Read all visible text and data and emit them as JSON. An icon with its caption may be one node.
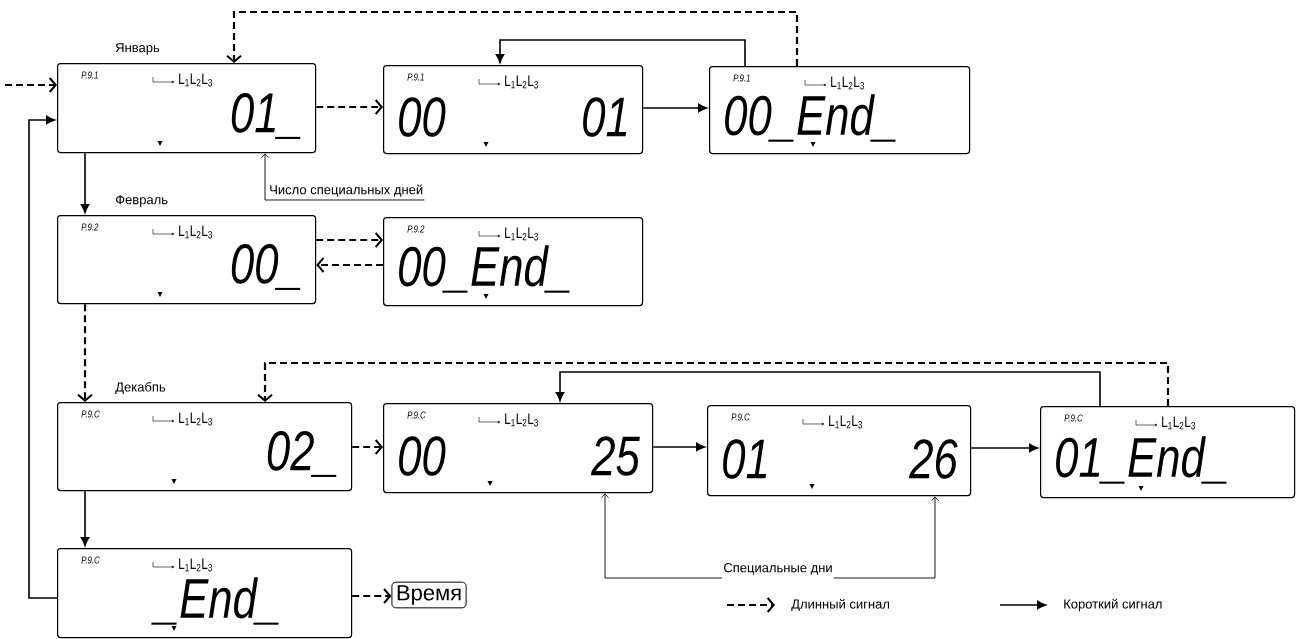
{
  "diagram": {
    "nodes": [
      {
        "text": [
          "Январь",
          "P.9.1",
          "L$_{1}$L$_{2}$L$_{3}$",
          "01_"
        ]
      },
      {
        "text": [
          "P.9.1",
          "L$_{1}$L$_{2}$L$_{3}$",
          "00",
          "01"
        ]
      },
      {
        "text": [
          "P.9.1",
          "L$_{1}$L$_{2}$L$_{3}$",
          "00_End_"
        ]
      },
      {
        "text": [
          "Февраль",
          "P.9.2",
          "L$_{1}$L$_{2}$L$_{3}$",
          "00_"
        ]
      },
      {
        "text": [
          "P.9.2",
          "L$_{1}$L$_{2}$L$_{3}$",
          "00_End_"
        ]
      },
      {
        "text": [
          "Декабпь",
          "P.9.C",
          "L$_{1}$L$_{2}$L$_{3}$",
          "02_"
        ]
      },
      {
        "text": [
          "P.9.C",
          "L$_{1}$L$_{2}$L$_{3}$",
          "00",
          "25"
        ]
      },
      {
        "text": [
          "P.9.C",
          "L$_{1}$L$_{2}$L$_{3}$",
          "01",
          "26"
        ]
      },
      {
        "text": [
          "P.9.C",
          "L$_{1}$L$_{2}$L$_{3}$",
          "01_End_"
        ]
      },
      {
        "text": [
          "P.9.C",
          "L$_{1}$L$_{2}$L$_{3}$",
          "_End_"
        ]
      },
      {
        "text": [
          "Время"
        ]
      },
      {
        "text": [
          "Число специальных дней"
        ]
      },
      {
        "text": [
          "Специальные дни"
        ]
      }
    ],
    "edges": [
      {
        "from": null,
        "to": 0,
        "arrow": "to",
        "style": "dashed"
      },
      {
        "from": 0,
        "to": 1,
        "arrow": "to",
        "style": "dashed"
      },
      {
        "from": 1,
        "to": 2,
        "arrow": "to"
      },
      {
        "from": 2,
        "to": 1,
        "arrow": "to"
      },
      {
        "from": 2,
        "to": 0,
        "arrow": "to",
        "style": "dashed"
      },
      {
        "from": 0,
        "to": 3,
        "arrow": "to"
      },
      {
        "from": 3,
        "to": 4,
        "arrow": "to",
        "style": "dashed"
      },
      {
        "from": 4,
        "to": 3,
        "arrow": "to",
        "style": "dashed"
      },
      {
        "from": 3,
        "to": 5,
        "arrow": "to",
        "style": "dashed"
      },
      {
        "from": 5,
        "to": 6,
        "arrow": "to",
        "style": "dashed"
      },
      {
        "from": 6,
        "to": 7,
        "arrow": "to"
      },
      {
        "from": 7,
        "to": 8,
        "arrow": "to"
      },
      {
        "from": 8,
        "to": 6,
        "arrow": "to"
      },
      {
        "from": 8,
        "to": 5,
        "arrow": "to",
        "style": "dashed"
      },
      {
        "from": 5,
        "to": 9,
        "arrow": "to"
      },
      {
        "from": 9,
        "to": 0,
        "arrow": "to"
      },
      {
        "from": 9,
        "to": 10,
        "arrow": "to",
        "style": "dashed"
      },
      {
        "from": 11,
        "to": 0,
        "arrow": "to"
      },
      {
        "from": 12,
        "to": 6,
        "arrow": "to"
      },
      {
        "from": 12,
        "to": 7,
        "arrow": "to"
      }
    ],
    "legend": [
      {
        "text": "Длинный сигнал"
      },
      {
        "text": "Короткий сигнал"
      }
    ]
  }
}
